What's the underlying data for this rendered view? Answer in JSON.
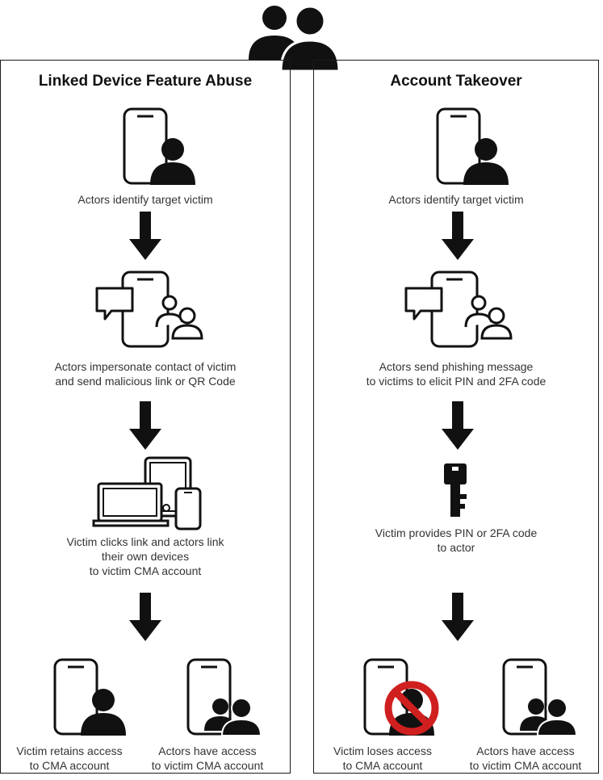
{
  "colors": {
    "stroke": "#111111",
    "text": "#333333",
    "prohibit": "#d01f1f"
  },
  "left_panel": {
    "title": "Linked Device Feature Abuse",
    "steps": [
      {
        "icon": "phone-with-person-icon",
        "caption": [
          "Actors identify target victim"
        ]
      },
      {
        "icon": "chat-phone-contacts-icon",
        "caption": [
          "Actors impersonate contact of victim",
          "and send malicious link or QR Code"
        ]
      },
      {
        "icon": "linked-devices-icon",
        "caption": [
          "Victim clicks link and actors link",
          "their own devices",
          "to victim CMA account"
        ]
      }
    ],
    "outcomes": [
      {
        "icon": "phone-with-person-icon",
        "caption": [
          "Victim retains access",
          "to CMA account"
        ]
      },
      {
        "icon": "phone-with-group-icon",
        "caption": [
          "Actors have access",
          "to victim CMA account"
        ]
      }
    ]
  },
  "right_panel": {
    "title": "Account Takeover",
    "steps": [
      {
        "icon": "phone-with-person-icon",
        "caption": [
          "Actors identify target victim"
        ]
      },
      {
        "icon": "chat-phone-contacts-icon",
        "caption": [
          "Actors send phishing message",
          "to victims to elicit PIN and 2FA code"
        ]
      },
      {
        "icon": "key-icon",
        "caption": [
          "Victim provides PIN or 2FA code",
          "to actor"
        ]
      }
    ],
    "outcomes": [
      {
        "icon": "blocked-phone-person-icon",
        "caption": [
          "Victim loses access",
          "to CMA account"
        ]
      },
      {
        "icon": "phone-with-group-icon",
        "caption": [
          "Actors have access",
          "to victim CMA account"
        ]
      }
    ]
  }
}
